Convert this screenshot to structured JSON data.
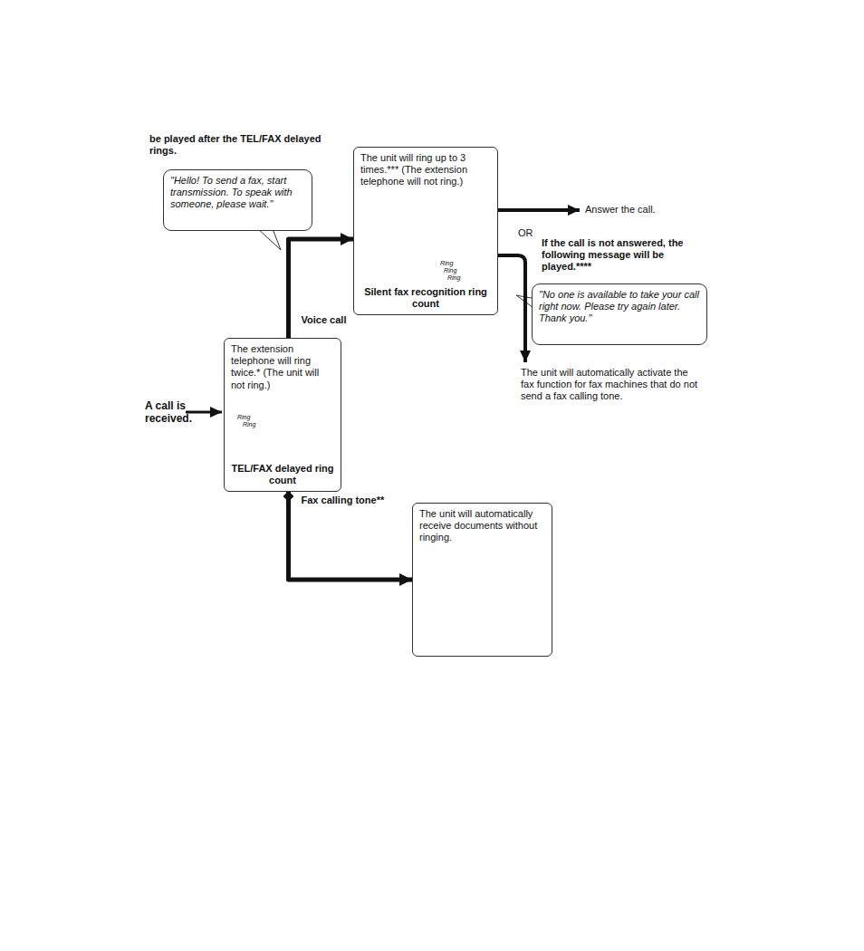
{
  "diagram": {
    "nodes": [
      {
        "text": [
          "\"Hello! To send a fax, start transmission. To speak with someone, please wait.\""
        ]
      },
      {
        "text": [
          "The unit will ring up to 3 times.*** (The extension telephone will not ring.)",
          "Silent fax recognition ring count"
        ]
      },
      {
        "text": [
          "The extension telephone will ring twice.* (The unit will not ring.)",
          "TEL/FAX delayed ring count"
        ]
      },
      {
        "text": [
          "The unit will automatically receive documents without ringing."
        ]
      },
      {
        "text": [
          "\"No one is available to take your call right now. Please try again later. Thank you.\""
        ]
      }
    ],
    "edges": [
      {
        "from": 2,
        "to": 1,
        "arrow": "to",
        "label": "Voice call"
      },
      {
        "from": 2,
        "to": 3,
        "arrow": "to",
        "label": "Fax calling tone**"
      }
    ],
    "labels": [
      "be played after the TEL/FAX delayed rings.",
      "Ring",
      "Ring",
      "Ring",
      "Ring",
      "Ring",
      "A call is received.",
      "Answer the call.",
      "OR",
      "If the call is not answered, the following message will be played.****",
      "The unit will automatically activate the fax function for fax machines that do not send a fax calling tone."
    ]
  }
}
